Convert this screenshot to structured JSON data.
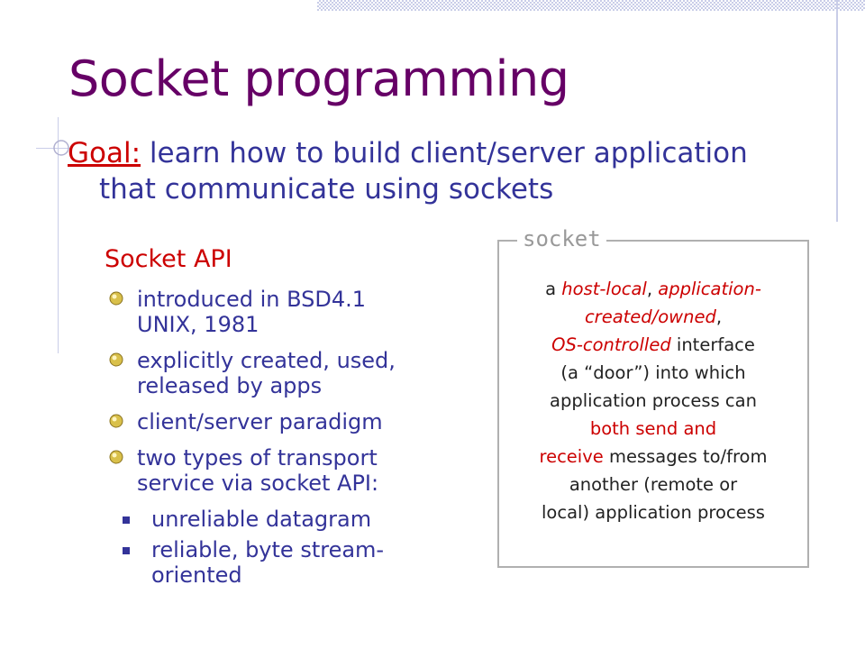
{
  "slide": {
    "title": "Socket programming",
    "goal": {
      "label": "Goal:",
      "line1": "learn how to build client/server application",
      "line2": "that communicate using sockets"
    },
    "api": {
      "heading": "Socket API",
      "bullets": [
        {
          "line1": "introduced in BSD4.1",
          "line2": "UNIX, 1981"
        },
        {
          "line1": "explicitly created, used,",
          "line2": "released by apps"
        },
        {
          "line1": "client/server paradigm",
          "line2": ""
        },
        {
          "line1": "two types of transport",
          "line2": "service via socket API:"
        }
      ],
      "sub_bullets": [
        {
          "line1": "unreliable datagram",
          "line2": ""
        },
        {
          "line1": "reliable, byte stream-",
          "line2": "oriented"
        }
      ]
    },
    "socket_box": {
      "label": "socket",
      "d1a": "a ",
      "d1b": "host-local",
      "d1c": ", ",
      "d1d": "application-",
      "d2a": "created/owned",
      "d2b": ",",
      "d3a": "OS-controlled",
      "d3b": " interface",
      "d4": "(a “door”) into which",
      "d5": "application process can",
      "d6": "both send and",
      "d7a": "receive",
      "d7b": " messages to/from",
      "d8": "another (remote or",
      "d9": "local) application process"
    },
    "colors": {
      "title": "#660066",
      "body_text": "#333399",
      "accent_red": "#cc0000",
      "box_border": "#b0b0b0"
    },
    "icons": {
      "goal_marker": "circle-marker-icon",
      "bullet": "gem-bullet-icon",
      "sub_bullet": "square-bullet-icon"
    }
  }
}
